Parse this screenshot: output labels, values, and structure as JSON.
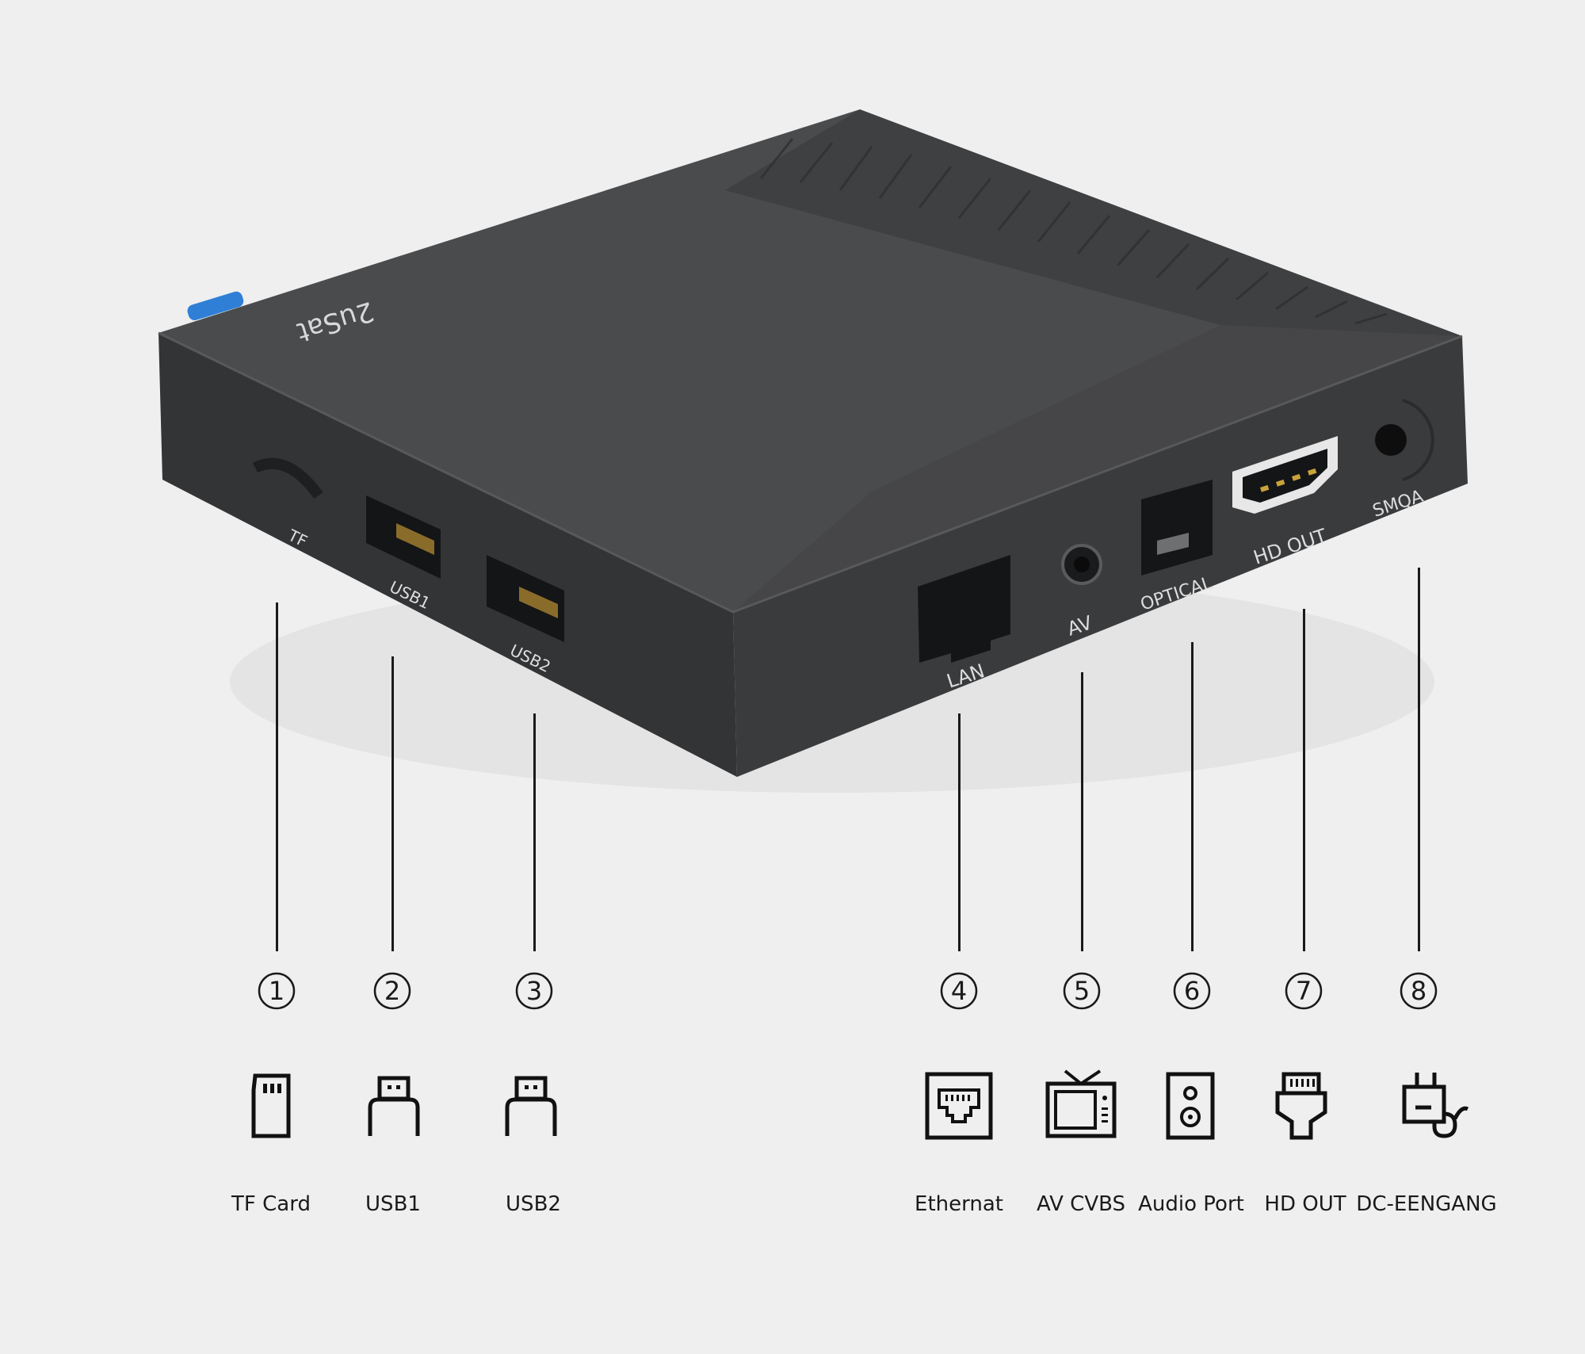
{
  "device": {
    "brand_text": "2uSat",
    "port_markings": {
      "tf": "TF",
      "usb1": "USB1",
      "usb2": "USB2",
      "lan": "LAN",
      "av": "AV",
      "optical": "OPTICAL",
      "hd_out": "HD OUT",
      "dc": "SMQA"
    }
  },
  "callouts": [
    {
      "number": "1",
      "icon": "sd-card-icon",
      "label": "TF Card"
    },
    {
      "number": "2",
      "icon": "usb-icon",
      "label": "USB1"
    },
    {
      "number": "3",
      "icon": "usb-icon",
      "label": "USB2"
    },
    {
      "number": "4",
      "icon": "ethernet-icon",
      "label": "Ethernat"
    },
    {
      "number": "5",
      "icon": "tv-icon",
      "label": "AV CVBS"
    },
    {
      "number": "6",
      "icon": "speaker-icon",
      "label": "Audio Port"
    },
    {
      "number": "7",
      "icon": "hdmi-icon",
      "label": "HD OUT"
    },
    {
      "number": "8",
      "icon": "power-plug-icon",
      "label": "DC-EENGANG"
    }
  ],
  "colors": {
    "background": "#efefef",
    "device_body": "#3a3b3d",
    "device_top": "#4a4b4d",
    "brand_blue": "#2f7fd6",
    "line": "#1a1a1a",
    "hdmi_gold": "#c9a23a"
  }
}
